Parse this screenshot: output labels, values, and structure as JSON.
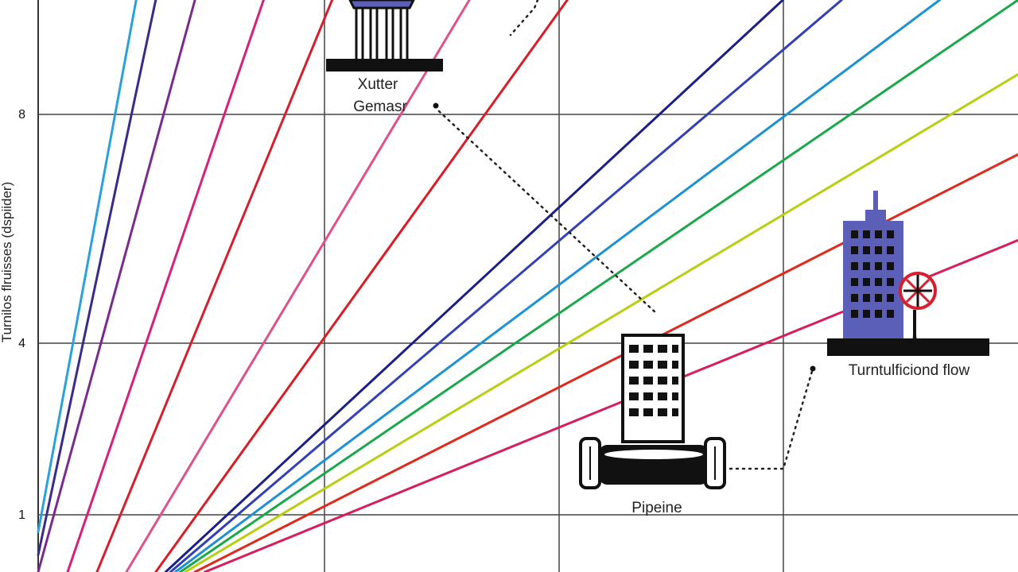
{
  "chart_data": {
    "type": "line",
    "title": "",
    "xlabel": "",
    "ylabel": "Turnilos flruisses (dspiider)",
    "y_ticks": [
      {
        "value": 1,
        "label": "1"
      },
      {
        "value": 4,
        "label": "4"
      },
      {
        "value": 8,
        "label": "8"
      }
    ],
    "ylim": [
      0,
      10
    ],
    "grid": true,
    "legend": "none",
    "series": [
      {
        "color": "#2aa0dc",
        "points": [
          [
            0.0,
            0.7
          ],
          [
            1.0,
            10.0
          ]
        ]
      },
      {
        "color": "#3a2a8c",
        "points": [
          [
            0.0,
            0.3
          ],
          [
            1.2,
            10.0
          ]
        ]
      },
      {
        "color": "#7a2a90",
        "points": [
          [
            0.0,
            0.0
          ],
          [
            1.6,
            10.0
          ]
        ]
      },
      {
        "color": "#d6207a",
        "points": [
          [
            0.3,
            0.0
          ],
          [
            2.3,
            10.0
          ]
        ]
      },
      {
        "color": "#d81e2e",
        "points": [
          [
            0.6,
            0.0
          ],
          [
            3.0,
            10.0
          ]
        ]
      },
      {
        "color": "#e0508a",
        "points": [
          [
            0.9,
            0.0
          ],
          [
            4.4,
            10.0
          ]
        ]
      },
      {
        "color": "#dc1c24",
        "points": [
          [
            1.2,
            0.0
          ],
          [
            5.4,
            10.0
          ]
        ]
      },
      {
        "color": "#1a1f8a",
        "points": [
          [
            1.3,
            0.0
          ],
          [
            7.6,
            10.0
          ]
        ]
      },
      {
        "color": "#3240b8",
        "points": [
          [
            1.35,
            0.0
          ],
          [
            8.2,
            10.0
          ]
        ]
      },
      {
        "color": "#1e90d4",
        "points": [
          [
            1.4,
            0.0
          ],
          [
            9.2,
            10.0
          ]
        ]
      },
      {
        "color": "#1aa84a",
        "points": [
          [
            1.45,
            0.0
          ],
          [
            10.0,
            10.0
          ]
        ]
      },
      {
        "color": "#b8cf10",
        "points": [
          [
            1.5,
            0.0
          ],
          [
            10.0,
            8.7
          ]
        ]
      },
      {
        "color": "#e0281e",
        "points": [
          [
            1.6,
            0.0
          ],
          [
            10.0,
            7.3
          ]
        ]
      },
      {
        "color": "#d81e5a",
        "points": [
          [
            1.7,
            0.0
          ],
          [
            10.0,
            5.8
          ]
        ]
      }
    ]
  },
  "annotations": {
    "top_label_line1": "Xutter",
    "top_label_line2": "Gemasr",
    "pipeline_label": "Pipeine",
    "flow_label": "Turntulficiond flow"
  }
}
